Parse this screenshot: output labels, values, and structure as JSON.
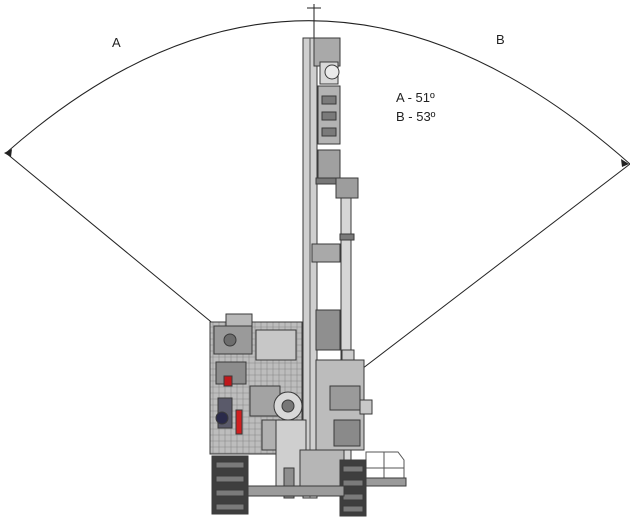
{
  "diagram": {
    "arc_label_left": "A",
    "arc_label_right": "B",
    "legend": [
      {
        "text": "A - 51º"
      },
      {
        "text": "B - 53º"
      }
    ],
    "angles_deg": {
      "A": 51,
      "B": 53
    }
  }
}
